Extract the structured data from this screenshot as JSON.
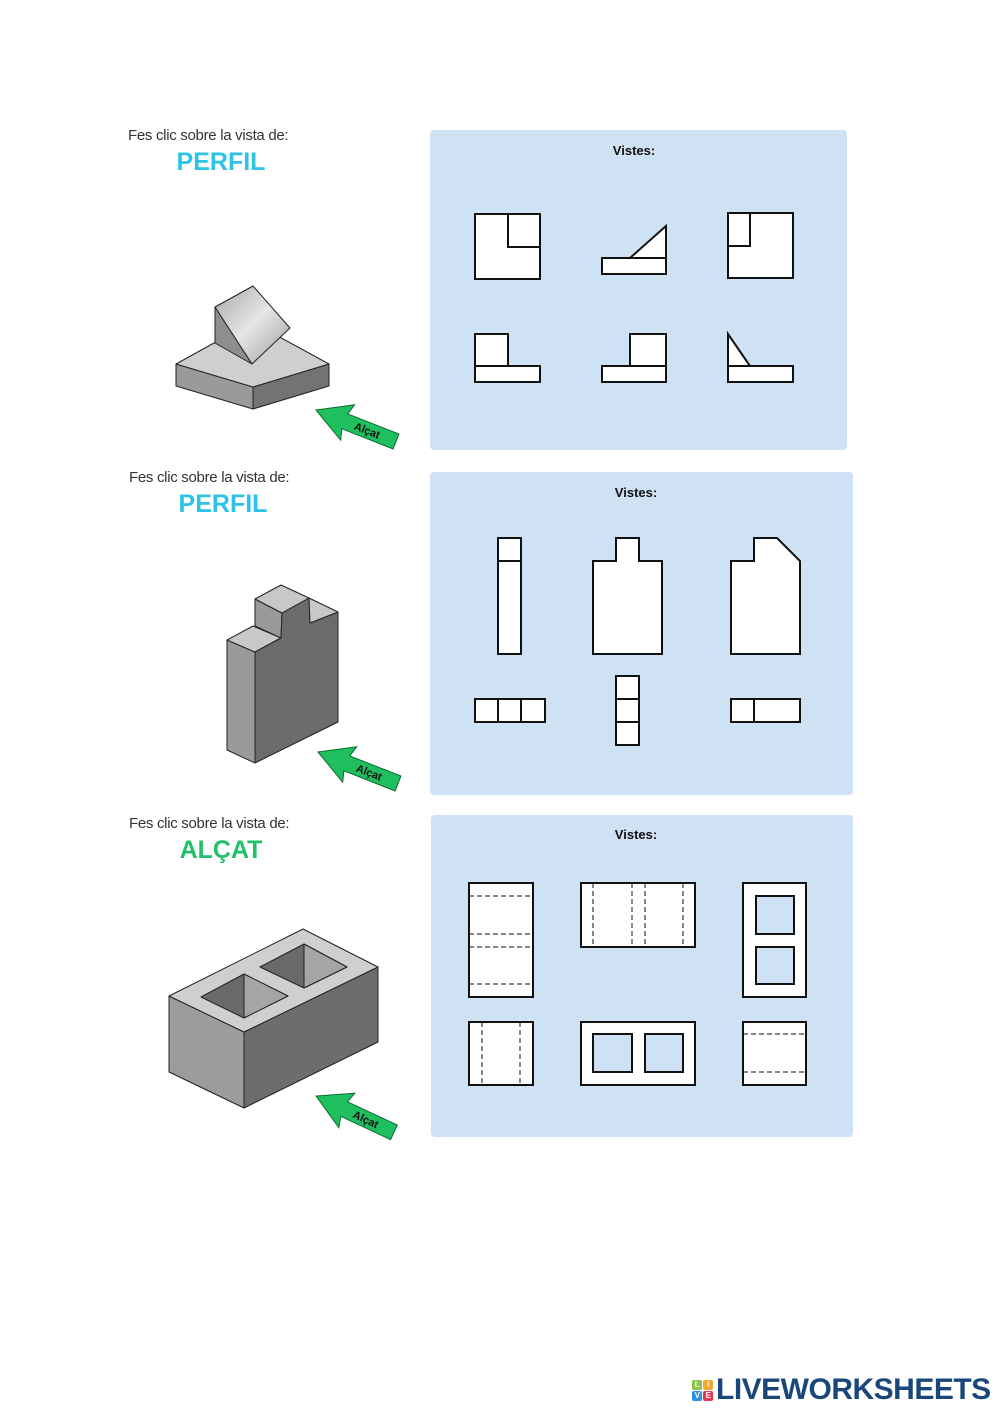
{
  "exercises": [
    {
      "prompt": "Fes clic sobre la vista de:",
      "target": "PERFIL",
      "target_color": "#2cc3e6",
      "views_title": "Vistes:",
      "arrow_label": "Alçat",
      "view_count": 6
    },
    {
      "prompt": "Fes clic sobre la vista de:",
      "target": "PERFIL",
      "target_color": "#2cc3e6",
      "views_title": "Vistes:",
      "arrow_label": "Alçat",
      "view_count": 6
    },
    {
      "prompt": "Fes clic sobre la vista de:",
      "target": "ALÇAT",
      "target_color": "#22c06b",
      "views_title": "Vistes:",
      "arrow_label": "Alçat",
      "view_count": 6
    }
  ],
  "colors": {
    "panel": "#cfe2f3",
    "arrow": "#1fbf5f",
    "logo": "#1a477a"
  },
  "logo": {
    "text": "LIVEWORKSHEETS",
    "tiles": [
      "L",
      "I",
      "V",
      "E"
    ]
  }
}
